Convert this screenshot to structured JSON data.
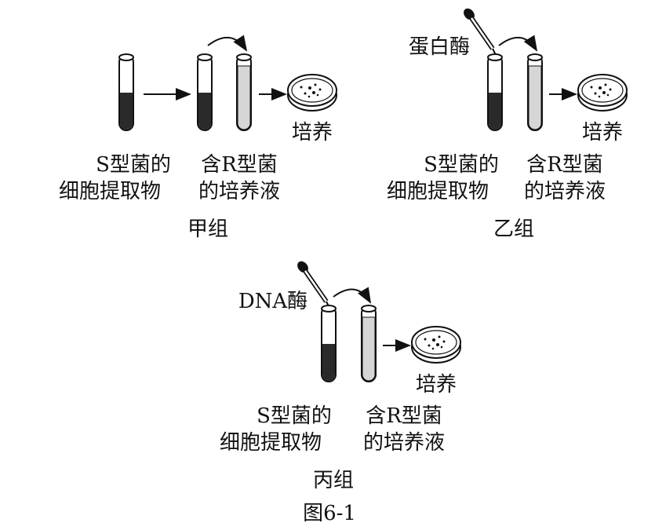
{
  "groups": {
    "jia": {
      "title": "甲组",
      "extract_label_1": "S型菌的",
      "extract_label_2": "细胞提取物",
      "culture_label_1": "含R型菌",
      "culture_label_2": "的培养液",
      "dish_label": "培养"
    },
    "yi": {
      "title": "乙组",
      "enzyme": "蛋白酶",
      "extract_label_1": "S型菌的",
      "extract_label_2": "细胞提取物",
      "culture_label_1": "含R型菌",
      "culture_label_2": "的培养液",
      "dish_label": "培养"
    },
    "bing": {
      "title": "丙组",
      "enzyme": "DNA酶",
      "extract_label_1": "S型菌的",
      "extract_label_2": "细胞提取物",
      "culture_label_1": "含R型菌",
      "culture_label_2": "的培养液",
      "dish_label": "培养"
    }
  },
  "caption": "图6-1"
}
